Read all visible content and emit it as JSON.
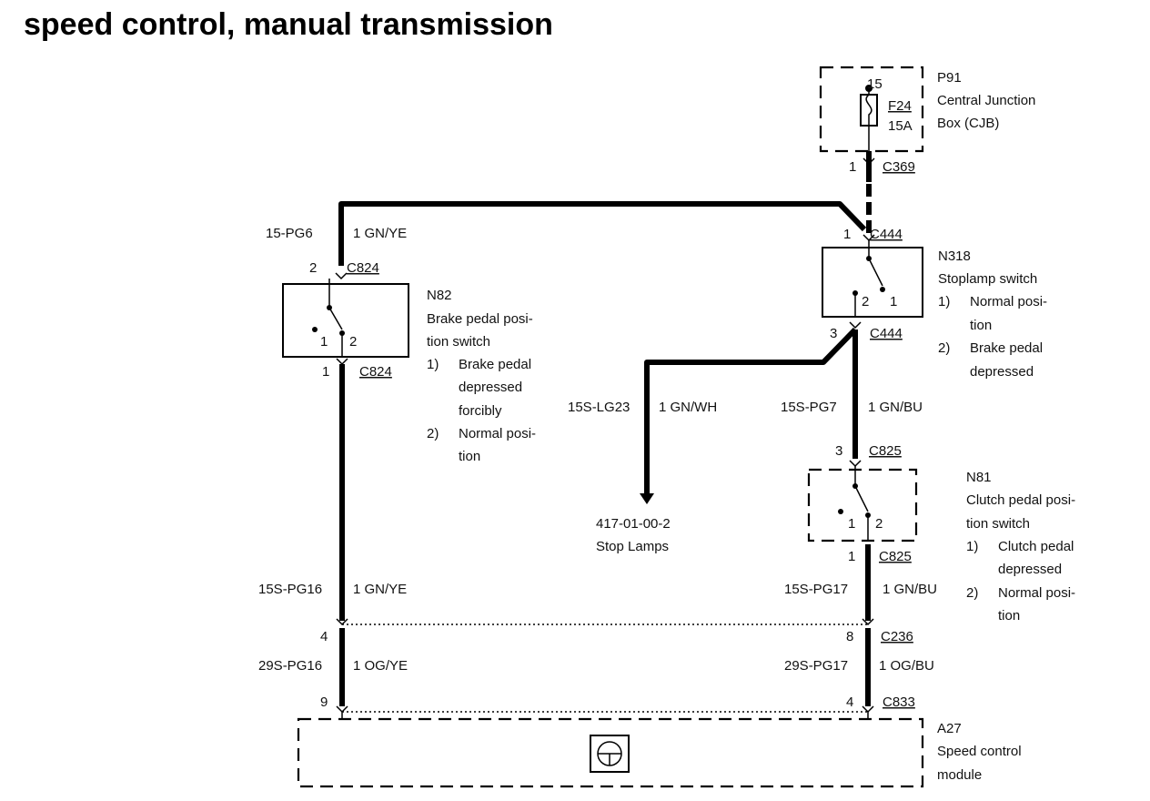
{
  "title": "speed control, manual transmission",
  "components": {
    "p91": {
      "id": "P91",
      "name_lines": [
        "Central Junction",
        "Box (CJB)"
      ],
      "pin": "15",
      "fuse": "F24",
      "rating": "15A"
    },
    "n318": {
      "id": "N318",
      "name": "Stoplamp switch",
      "pin1": "1",
      "pin2": "2",
      "states": [
        {
          "num": "1)",
          "lines": [
            "Normal posi-",
            "tion"
          ]
        },
        {
          "num": "2)",
          "lines": [
            "Brake pedal",
            "depressed"
          ]
        }
      ]
    },
    "n82": {
      "id": "N82",
      "name_lines": [
        "Brake pedal posi-",
        "tion switch"
      ],
      "pin1": "1",
      "pin2": "2",
      "states": [
        {
          "num": "1)",
          "lines": [
            "Brake pedal",
            "depressed",
            "forcibly"
          ]
        },
        {
          "num": "2)",
          "lines": [
            "Normal posi-",
            "tion"
          ]
        }
      ]
    },
    "n81": {
      "id": "N81",
      "name_lines": [
        "Clutch pedal posi-",
        "tion switch"
      ],
      "pin1": "1",
      "pin2": "2",
      "states": [
        {
          "num": "1)",
          "lines": [
            "Clutch pedal",
            "depressed"
          ]
        },
        {
          "num": "2)",
          "lines": [
            "Normal posi-",
            "tion"
          ]
        }
      ]
    },
    "a27": {
      "id": "A27",
      "name_lines": [
        "Speed control",
        "module"
      ]
    }
  },
  "stop_lamps": {
    "ref": "417-01-00-2",
    "name": "Stop Lamps"
  },
  "connectors": {
    "c369": {
      "name": "C369",
      "pin": "1"
    },
    "c444_top": {
      "name": "C444",
      "pin": "1"
    },
    "c444_bottom": {
      "name": "C444",
      "pin": "3"
    },
    "c824_top": {
      "name": "C824",
      "pin": "2"
    },
    "c824_bottom": {
      "name": "C824",
      "pin": "1"
    },
    "c825_top": {
      "name": "C825",
      "pin": "3"
    },
    "c825_bottom": {
      "name": "C825",
      "pin": "1"
    },
    "c236": {
      "name": "C236",
      "pin_left": "4",
      "pin_right": "8"
    },
    "c833": {
      "name": "C833",
      "pin_left": "9",
      "pin_right": "4"
    }
  },
  "wires": {
    "pg6": {
      "circuit": "15-PG6",
      "spec": "1 GN/YE"
    },
    "lg23": {
      "circuit": "15S-LG23",
      "spec": "1 GN/WH"
    },
    "pg7": {
      "circuit": "15S-PG7",
      "spec": "1 GN/BU"
    },
    "pg16": {
      "circuit": "15S-PG16",
      "spec": "1 GN/YE"
    },
    "pg17": {
      "circuit": "15S-PG17",
      "spec": "1 GN/BU"
    },
    "pg16b": {
      "circuit": "29S-PG16",
      "spec": "1 OG/YE"
    },
    "pg17b": {
      "circuit": "29S-PG17",
      "spec": "1  OG/BU"
    }
  }
}
